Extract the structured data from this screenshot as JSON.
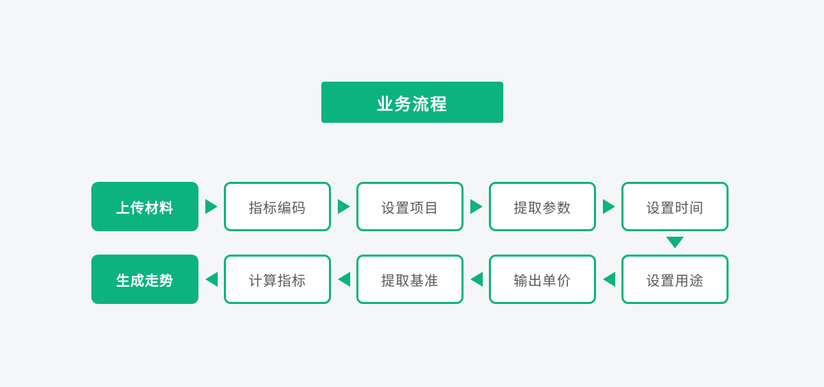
{
  "title": {
    "label": "业务流程"
  },
  "colors": {
    "accent_green": "#0cb37e",
    "background": "#f5f6f8",
    "outline_box_text": "#595959",
    "filled_box_text": "#ffffff"
  },
  "flow": {
    "row1": [
      {
        "label": "上传材料",
        "type": "filled"
      },
      {
        "label": "指标编码",
        "type": "outline"
      },
      {
        "label": "设置项目",
        "type": "outline"
      },
      {
        "label": "提取参数",
        "type": "outline"
      },
      {
        "label": "设置时间",
        "type": "outline"
      }
    ],
    "row2": [
      {
        "label": "生成走势",
        "type": "filled"
      },
      {
        "label": "计算指标",
        "type": "outline"
      },
      {
        "label": "提取基准",
        "type": "outline"
      },
      {
        "label": "输出单价",
        "type": "outline"
      },
      {
        "label": "设置用途",
        "type": "outline"
      }
    ]
  }
}
